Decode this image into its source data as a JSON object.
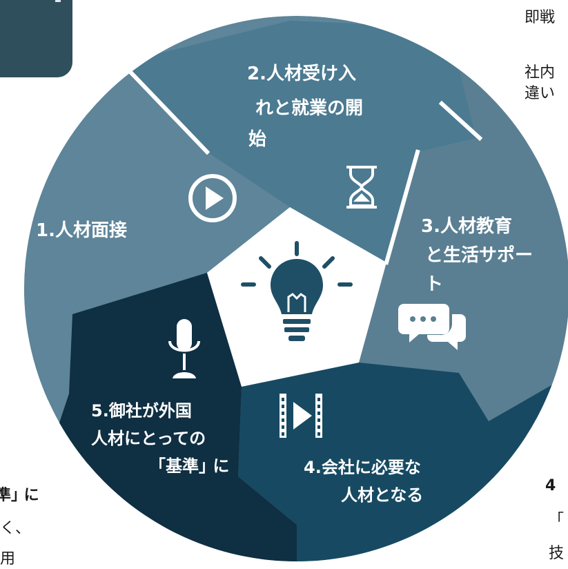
{
  "steps": [
    {
      "lines": [
        "2.人材受け入",
        "れと就業の開",
        "始"
      ]
    },
    {
      "lines": [
        "1.人材面接"
      ]
    },
    {
      "lines": [
        "3.人材教育",
        "と生活サポー",
        "ト"
      ]
    },
    {
      "lines": [
        "5.御社が外国",
        "人材にとっての",
        "｢基準｣ に"
      ]
    },
    {
      "lines": [
        "4.会社に必要な",
        "人材となる"
      ]
    }
  ],
  "side_texts": {
    "right_1": "即戦",
    "right_2": "社内",
    "right_3": "違い",
    "right_4": "4",
    "right_5": "「",
    "right_6": "技",
    "left_1": "準｣ に",
    "left_2": "く、",
    "left_3": "用"
  },
  "colors": {
    "segment_1": "#5e8599",
    "segment_2": "#4b7a91",
    "segment_3": "#5a7f93",
    "segment_4": "#174a62",
    "segment_5": "#0f2f42",
    "center": "#ffffff",
    "bulb": "#1e4f66"
  },
  "icons": [
    "play-icon",
    "hourglass-icon",
    "lightbulb-icon",
    "chat-icon",
    "film-icon",
    "microphone-icon"
  ]
}
